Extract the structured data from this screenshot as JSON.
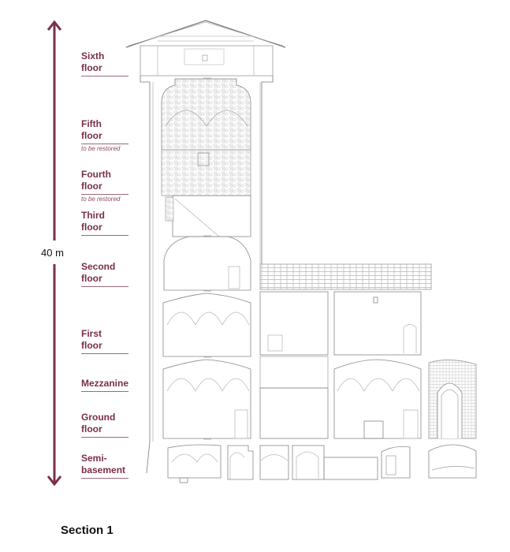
{
  "scale": {
    "label": "40 m",
    "color": "#7a2f4b"
  },
  "floors": [
    {
      "name": "Sixth floor",
      "line1": "Sixth",
      "line2": "floor",
      "note": ""
    },
    {
      "name": "Fifth floor",
      "line1": "Fifth",
      "line2": "floor",
      "note": "to be restored"
    },
    {
      "name": "Fourth floor",
      "line1": "Fourth",
      "line2": "floor",
      "note": "to be restored"
    },
    {
      "name": "Third floor",
      "line1": "Third",
      "line2": "floor",
      "note": ""
    },
    {
      "name": "Second floor",
      "line1": "Second",
      "line2": "floor",
      "note": ""
    },
    {
      "name": "First floor",
      "line1": "First",
      "line2": "floor",
      "note": ""
    },
    {
      "name": "Mezzanine",
      "line1": "Mezzanine",
      "line2": "",
      "note": ""
    },
    {
      "name": "Ground floor",
      "line1": "Ground",
      "line2": "floor",
      "note": ""
    },
    {
      "name": "Semi-basement",
      "line1": "Semi-",
      "line2": "basement",
      "note": ""
    }
  ],
  "caption": "Section 1",
  "colors": {
    "accent": "#7a2f4b",
    "line": "#9a9a9a",
    "text": "#111111"
  }
}
